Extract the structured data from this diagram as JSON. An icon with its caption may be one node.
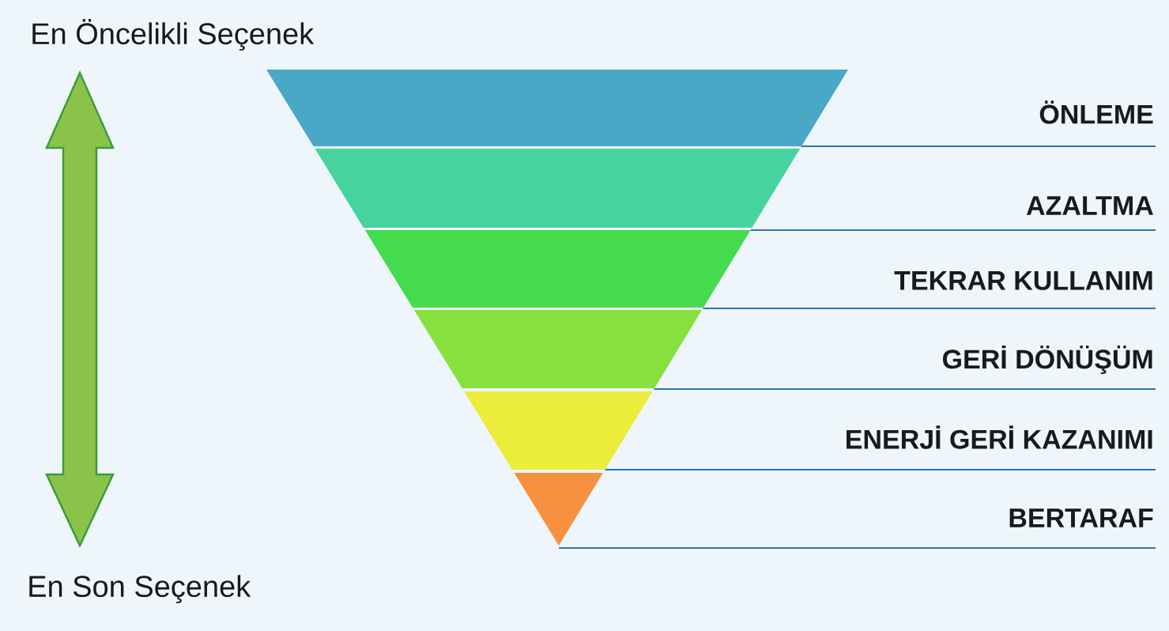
{
  "diagram": {
    "nodes": [
      {
        "text": [
          "ÖNLEME"
        ]
      },
      {
        "text": [
          "AZALTMA"
        ]
      },
      {
        "text": [
          "TEKRAR KULLANIM"
        ]
      },
      {
        "text": [
          "GERİ DÖNÜŞÜM"
        ]
      },
      {
        "text": [
          "ENERJİ GERİ KAZANIMI"
        ]
      },
      {
        "text": [
          "BERTARAF"
        ]
      }
    ],
    "labels": [
      "En Öncelikli Seçenek",
      "En Son Seçenek"
    ]
  }
}
